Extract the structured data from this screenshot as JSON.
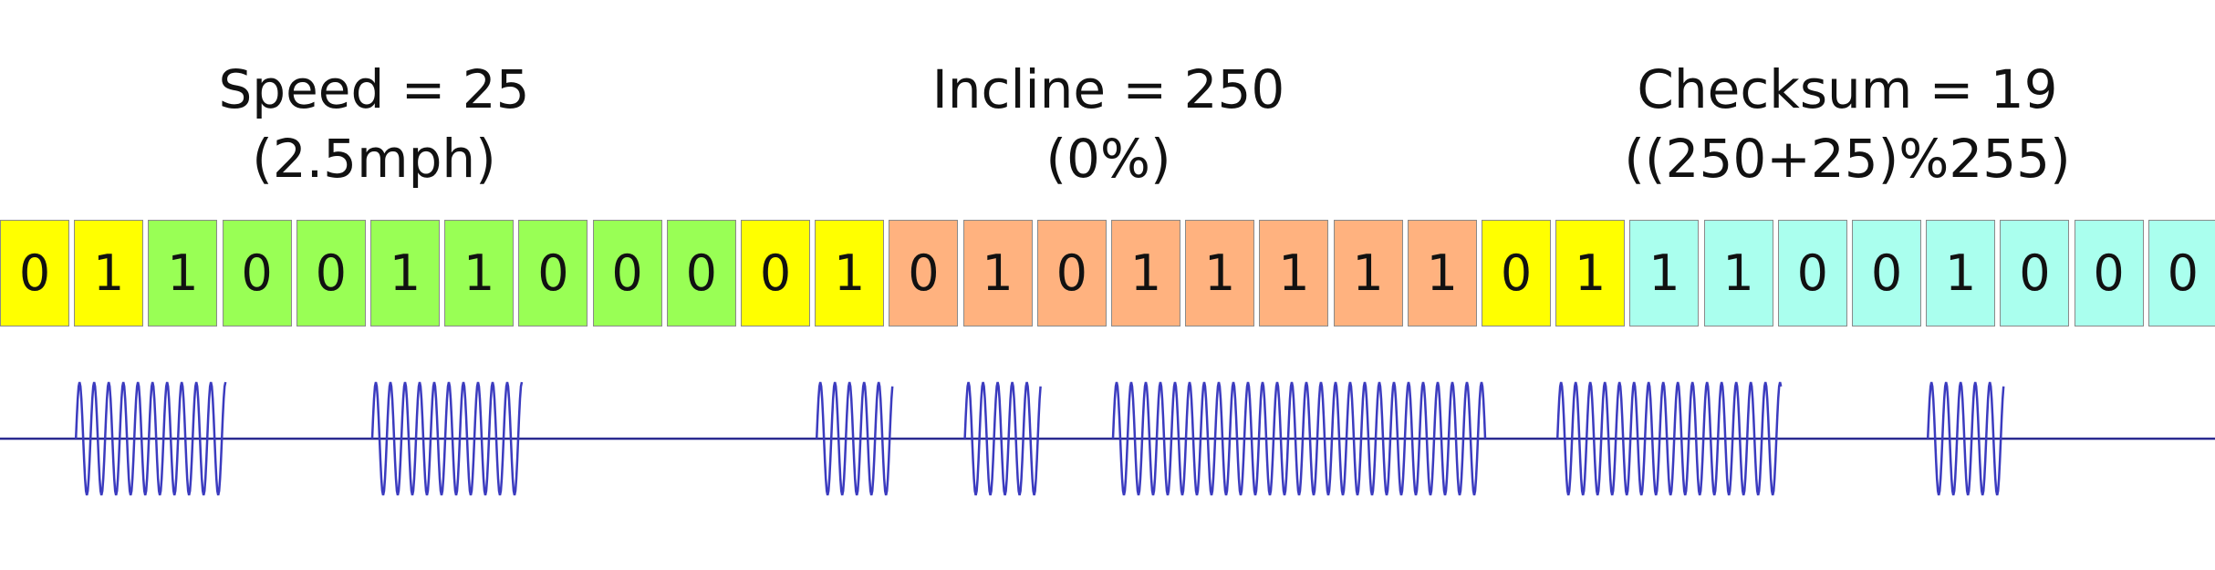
{
  "labels": [
    {
      "line1": "Speed = 25",
      "line2": "(2.5mph)"
    },
    {
      "line1": "Incline = 250",
      "line2": "(0%)"
    },
    {
      "line1": "Checksum = 19",
      "line2": "((250+25)%255)"
    }
  ],
  "colors": {
    "sync": "#ffff00",
    "speed": "#99ff55",
    "incline": "#ffb27f",
    "checksum": "#aaffee",
    "wave": "#3b3bbf"
  },
  "bits": [
    {
      "v": "0",
      "g": "sync"
    },
    {
      "v": "1",
      "g": "sync"
    },
    {
      "v": "1",
      "g": "speed"
    },
    {
      "v": "0",
      "g": "speed"
    },
    {
      "v": "0",
      "g": "speed"
    },
    {
      "v": "1",
      "g": "speed"
    },
    {
      "v": "1",
      "g": "speed"
    },
    {
      "v": "0",
      "g": "speed"
    },
    {
      "v": "0",
      "g": "speed"
    },
    {
      "v": "0",
      "g": "speed"
    },
    {
      "v": "0",
      "g": "sync"
    },
    {
      "v": "1",
      "g": "sync"
    },
    {
      "v": "0",
      "g": "incline"
    },
    {
      "v": "1",
      "g": "incline"
    },
    {
      "v": "0",
      "g": "incline"
    },
    {
      "v": "1",
      "g": "incline"
    },
    {
      "v": "1",
      "g": "incline"
    },
    {
      "v": "1",
      "g": "incline"
    },
    {
      "v": "1",
      "g": "incline"
    },
    {
      "v": "1",
      "g": "incline"
    },
    {
      "v": "0",
      "g": "sync"
    },
    {
      "v": "1",
      "g": "sync"
    },
    {
      "v": "1",
      "g": "checksum"
    },
    {
      "v": "1",
      "g": "checksum"
    },
    {
      "v": "0",
      "g": "checksum"
    },
    {
      "v": "0",
      "g": "checksum"
    },
    {
      "v": "1",
      "g": "checksum"
    },
    {
      "v": "0",
      "g": "checksum"
    },
    {
      "v": "0",
      "g": "checksum"
    },
    {
      "v": "0",
      "g": "checksum"
    }
  ]
}
